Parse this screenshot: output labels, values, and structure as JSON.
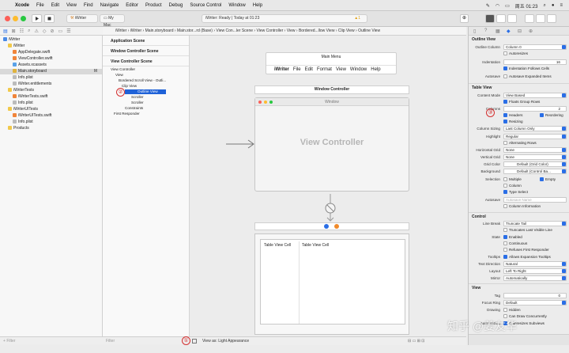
{
  "menubar": {
    "apple": "",
    "items": [
      "Xcode",
      "File",
      "Edit",
      "View",
      "Find",
      "Navigate",
      "Editor",
      "Product",
      "Debug",
      "Source Control",
      "Window",
      "Help"
    ],
    "clock": "周五 01:23"
  },
  "toolbar": {
    "scheme": "iWriter",
    "destination": "My Mac",
    "status": "iWriter: Ready | Today at 01:23",
    "warning_count": "1"
  },
  "jumpbar": [
    "iWriter",
    "iWriter",
    "Main.storyboard",
    "Main.stor...rd (Base)",
    "View Con...ler Scene",
    "View Controller",
    "View",
    "Bordered...llow View",
    "Clip View",
    "Outline View"
  ],
  "navigator": {
    "rows": [
      {
        "label": "iWriter",
        "indent": 0,
        "kind": "project"
      },
      {
        "label": "iWriter",
        "indent": 1,
        "kind": "folder"
      },
      {
        "label": "AppDelegate.swift",
        "indent": 2,
        "kind": "swift"
      },
      {
        "label": "ViewController.swift",
        "indent": 2,
        "kind": "swift"
      },
      {
        "label": "Assets.xcassets",
        "indent": 2,
        "kind": "assets"
      },
      {
        "label": "Main.storyboard",
        "indent": 2,
        "kind": "storyboard",
        "badge": "M",
        "selected": true
      },
      {
        "label": "Info.plist",
        "indent": 2,
        "kind": "plist"
      },
      {
        "label": "iWriter.entitlements",
        "indent": 2,
        "kind": "plist"
      },
      {
        "label": "iWriterTests",
        "indent": 1,
        "kind": "folder"
      },
      {
        "label": "iWriterTests.swift",
        "indent": 2,
        "kind": "swift"
      },
      {
        "label": "Info.plist",
        "indent": 2,
        "kind": "plist"
      },
      {
        "label": "iWriterUITests",
        "indent": 1,
        "kind": "folder"
      },
      {
        "label": "iWriterUITests.swift",
        "indent": 2,
        "kind": "swift"
      },
      {
        "label": "Info.plist",
        "indent": 2,
        "kind": "plist"
      },
      {
        "label": "Products",
        "indent": 1,
        "kind": "folder"
      }
    ],
    "filter_placeholder": "Filter"
  },
  "outline": {
    "sections": [
      "Application Scene",
      "Window Controller Scene",
      "View Controller Scene"
    ],
    "rows": [
      {
        "label": "View Controller",
        "indent": 1
      },
      {
        "label": "View",
        "indent": 2
      },
      {
        "label": "Bordered Scroll View - Outli...",
        "indent": 3
      },
      {
        "label": "Clip View",
        "indent": 4
      },
      {
        "label": "Outline View",
        "indent": 5,
        "selected": true
      },
      {
        "label": "Scroller",
        "indent": 4
      },
      {
        "label": "Scroller",
        "indent": 4
      },
      {
        "label": "Constraints",
        "indent": 3
      },
      {
        "label": "First Responder",
        "indent": 1
      }
    ],
    "filter_placeholder": "Filter"
  },
  "canvas": {
    "menu_title": "Main Menu",
    "menu_items": [
      "iWriter",
      "File",
      "Edit",
      "Format",
      "View",
      "Window",
      "Help"
    ],
    "window_controller_title": "Window Controller",
    "window_title": "Window",
    "view_controller_label": "View Controller",
    "table_cells": [
      "Table View Cell",
      "Table View Cell"
    ]
  },
  "bottombar": {
    "view_as": "View as: Light Appearance",
    "filter_placeholder": "Filter"
  },
  "annotations": [
    "①",
    "②",
    "③"
  ],
  "inspector": {
    "outline_view_header": "Outline View",
    "outline_column_label": "Outline Column",
    "outline_column_value": "Column 0",
    "autoresizes": "Autoresizes",
    "indentation_label": "Indentation",
    "indentation_value": "16",
    "indentation_follows": "Indentation Follows Cells",
    "autosave_label": "Autosave",
    "autosave_expanded": "Autosave Expanded Items",
    "table_view_header": "Table View",
    "content_mode_label": "Content Mode",
    "content_mode_value": "View Based",
    "floats_group_rows": "Floats Group Rows",
    "columns_label": "Columns",
    "columns_value": "2",
    "headers": "Headers",
    "reordering": "Reordering",
    "resizing": "Resizing",
    "column_sizing_label": "Column Sizing",
    "column_sizing_value": "Last Column Only",
    "highlight_label": "Highlight",
    "highlight_value": "Regular",
    "alternating_rows": "Alternating Rows",
    "horizontal_grid_label": "Horizontal Grid",
    "horizontal_grid_value": "None",
    "vertical_grid_label": "Vertical Grid",
    "vertical_grid_value": "None",
    "grid_color_label": "Grid Color",
    "grid_color_value": "Default (Grid Color)",
    "background_label": "Background",
    "background_value": "Default (Control Ba...",
    "selection_label": "Selection",
    "multiple": "Multiple",
    "empty": "Empty",
    "column": "Column",
    "type_select": "Type Select",
    "autosave2_label": "Autosave",
    "autosave2_placeholder": "Autosave Name",
    "column_information": "Column Information",
    "control_header": "Control",
    "line_break_label": "Line Break",
    "line_break_value": "Truncate Tail",
    "truncates_last": "Truncates Last Visible Line",
    "state_label": "State",
    "enabled": "Enabled",
    "continuous": "Continuous",
    "refuses_first": "Refuses First Responder",
    "tooltips_label": "Tooltips",
    "allows_expansion": "Allows Expansion Tooltips",
    "text_direction_label": "Text Direction",
    "text_direction_value": "Natural",
    "layout_label": "Layout",
    "layout_value": "Left To Right",
    "mirror_label": "Mirror",
    "mirror_value": "Automatically",
    "view_header": "View",
    "tag_label": "Tag",
    "tag_value": "0",
    "focus_ring_label": "Focus Ring",
    "focus_ring_value": "Default",
    "drawing_label": "Drawing",
    "hidden": "Hidden",
    "can_draw_concurrently": "Can Draw Concurrently",
    "autoresizing_label": "Autoresizing",
    "autoresizes_subviews": "Autoresizes Subviews"
  },
  "watermark": "知乎 @姜友华",
  "colors": {
    "accent": "#2a6ee6",
    "selection": "#1f62d8",
    "annotation": "#d43030"
  }
}
